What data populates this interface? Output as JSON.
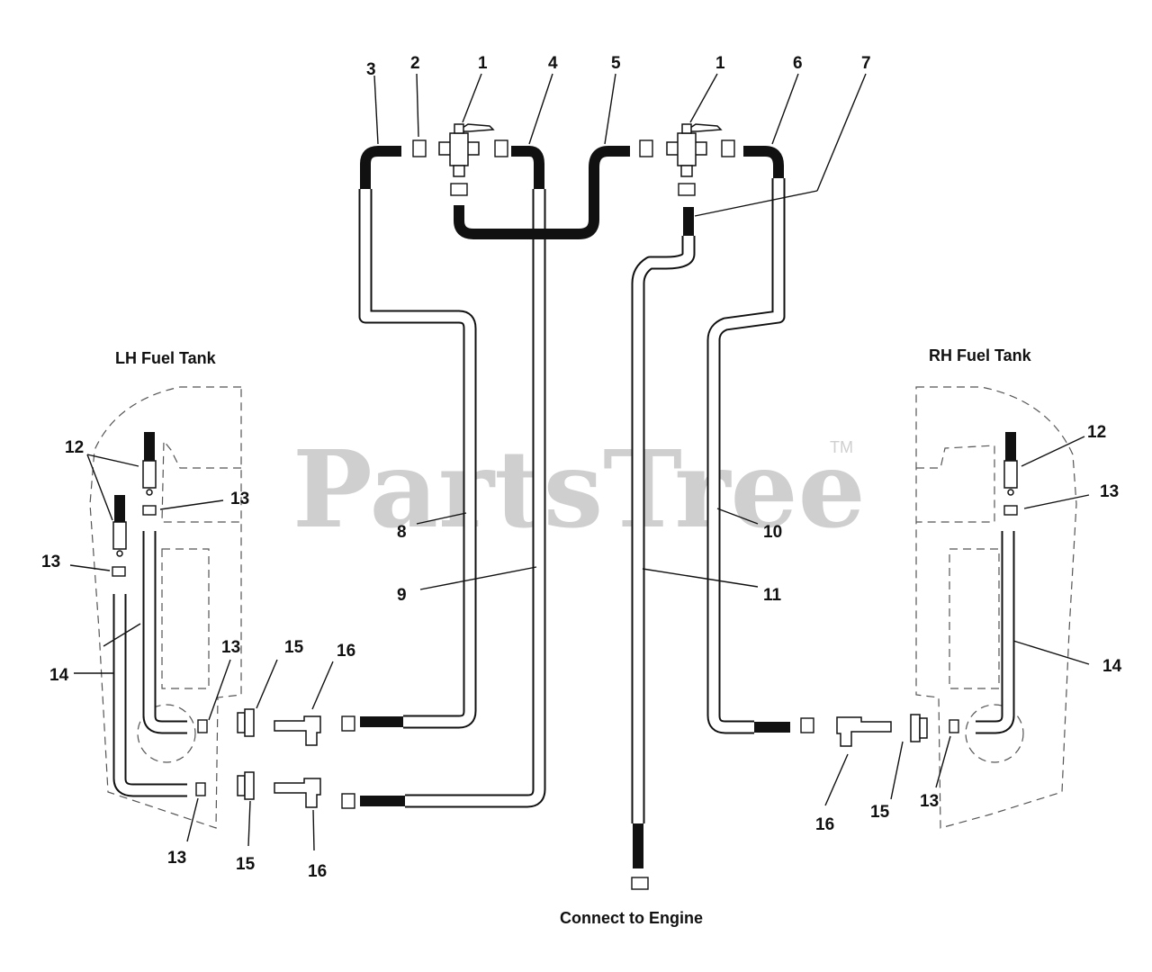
{
  "watermark": {
    "text": "PartsTree",
    "tm": "TM"
  },
  "titles": {
    "lh_tank": "LH Fuel Tank",
    "rh_tank": "RH Fuel Tank",
    "engine": "Connect to Engine"
  },
  "callouts": {
    "c1a": "1",
    "c1b": "1",
    "c2": "2",
    "c3": "3",
    "c4": "4",
    "c5": "5",
    "c6": "6",
    "c7": "7",
    "c8": "8",
    "c9": "9",
    "c10": "10",
    "c11": "11",
    "c12l": "12",
    "c12r": "12",
    "c13l1": "13",
    "c13l2": "13",
    "c13l3": "13",
    "c13l4": "13",
    "c13r1": "13",
    "c13r2": "13",
    "c14l": "14",
    "c14r": "14",
    "c15l1": "15",
    "c15l2": "15",
    "c15r": "15",
    "c16l1": "16",
    "c16l2": "16",
    "c16r": "16"
  }
}
